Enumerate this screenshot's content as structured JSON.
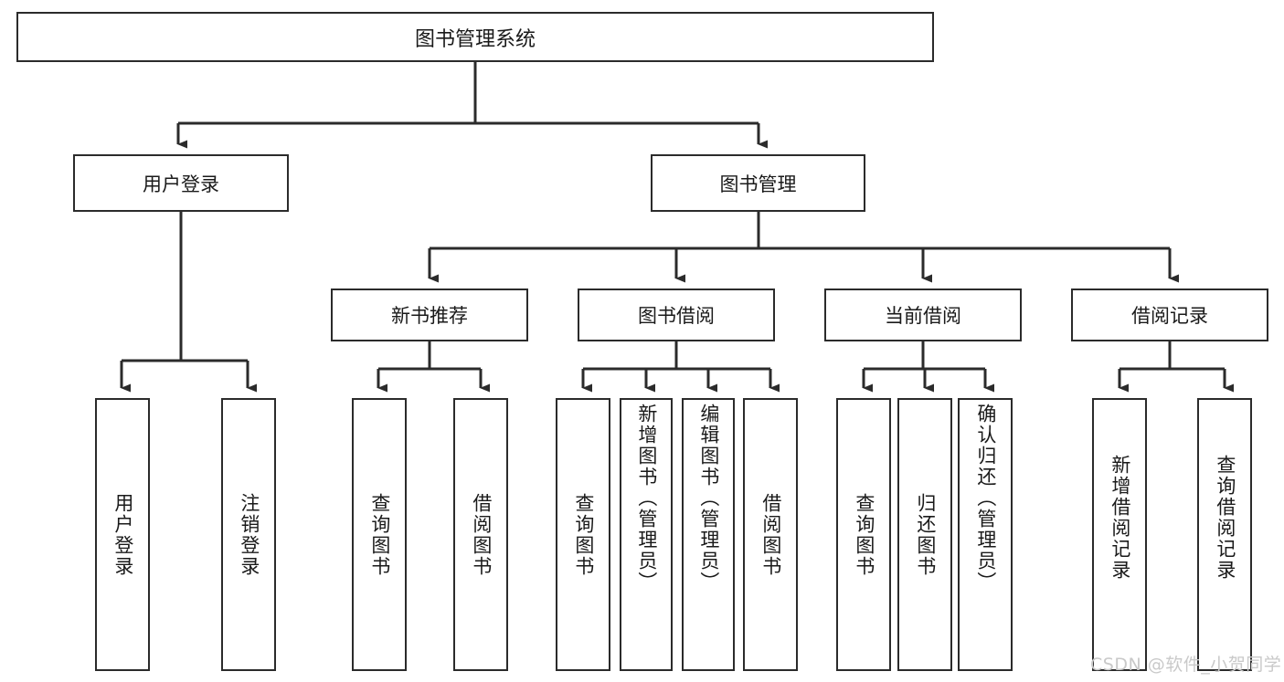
{
  "diagram": {
    "title": "图书管理系统",
    "type": "hierarchy-tree",
    "root": {
      "id": "root",
      "label": "图书管理系统",
      "orientation": "horizontal"
    },
    "level2": [
      {
        "id": "user-login",
        "label": "用户登录",
        "orientation": "horizontal"
      },
      {
        "id": "book-management",
        "label": "图书管理",
        "orientation": "horizontal"
      }
    ],
    "level3": [
      {
        "id": "new-book-recommend",
        "label": "新书推荐",
        "orientation": "horizontal",
        "parent": "book-management"
      },
      {
        "id": "book-borrow",
        "label": "图书借阅",
        "orientation": "horizontal",
        "parent": "book-management"
      },
      {
        "id": "current-borrow",
        "label": "当前借阅",
        "orientation": "horizontal",
        "parent": "book-management"
      },
      {
        "id": "borrow-record",
        "label": "借阅记录",
        "orientation": "horizontal",
        "parent": "book-management"
      }
    ],
    "leaves": [
      {
        "id": "leaf-user-login",
        "label": "用户登录",
        "orientation": "vertical",
        "parent": "user-login"
      },
      {
        "id": "leaf-user-logout",
        "label": "注销登录",
        "orientation": "vertical",
        "parent": "user-login"
      },
      {
        "id": "leaf-query-book-1",
        "label": "查询图书",
        "orientation": "vertical",
        "parent": "new-book-recommend"
      },
      {
        "id": "leaf-borrow-book-1",
        "label": "借阅图书",
        "orientation": "vertical",
        "parent": "new-book-recommend"
      },
      {
        "id": "leaf-query-book-2",
        "label": "查询图书",
        "orientation": "vertical",
        "parent": "book-borrow"
      },
      {
        "id": "leaf-add-book",
        "label": "新增图书（管理员）",
        "orientation": "vertical",
        "parent": "book-borrow"
      },
      {
        "id": "leaf-edit-book",
        "label": "编辑图书（管理员）",
        "orientation": "vertical",
        "parent": "book-borrow"
      },
      {
        "id": "leaf-borrow-book-2",
        "label": "借阅图书",
        "orientation": "vertical",
        "parent": "book-borrow"
      },
      {
        "id": "leaf-query-book-3",
        "label": "查询图书",
        "orientation": "vertical",
        "parent": "current-borrow"
      },
      {
        "id": "leaf-return-book",
        "label": "归还图书",
        "orientation": "vertical",
        "parent": "current-borrow"
      },
      {
        "id": "leaf-confirm-return",
        "label": "确认归还（管理员）",
        "orientation": "vertical",
        "parent": "current-borrow"
      },
      {
        "id": "leaf-add-record",
        "label": "新增借阅记录",
        "orientation": "vertical",
        "parent": "borrow-record"
      },
      {
        "id": "leaf-query-record",
        "label": "查询借阅记录",
        "orientation": "vertical",
        "parent": "borrow-record"
      }
    ],
    "watermark": "CSDN @软件_小贺同学",
    "colors": {
      "border": "#2b2b2b",
      "text": "#1a1a1a",
      "background": "#ffffff",
      "watermark": "#c9c9c9"
    }
  }
}
